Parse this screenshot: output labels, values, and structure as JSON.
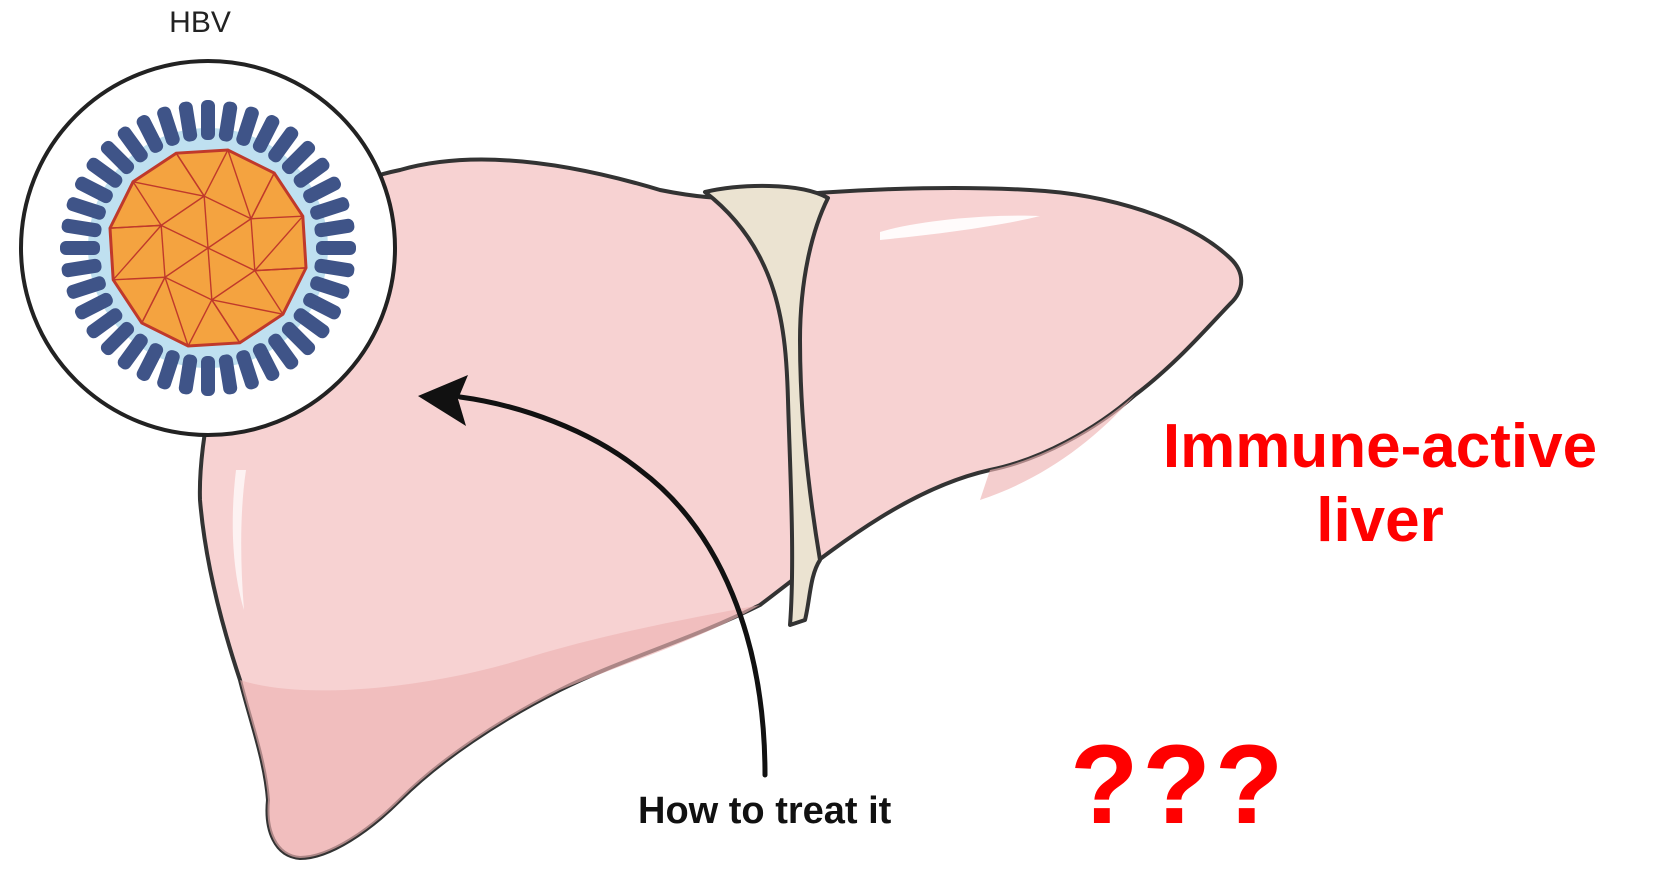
{
  "labels": {
    "virus": "HBV",
    "action": "How to treat it",
    "liver_line1": "Immune-active",
    "liver_line2": "liver",
    "question": "???"
  },
  "colors": {
    "liver_fill": "#f7d2d2",
    "liver_shade": "#eeb4b4",
    "ligament_fill": "#ebe3d1",
    "outline": "#333333",
    "capsid_fill": "#f4a340",
    "capsid_edge": "#c0392b",
    "spike": "#3f5488",
    "envelope": "#bfe0f0",
    "emphasis_text": "#ff0000"
  },
  "icons": [
    "hbv-virion-icon",
    "liver-illustration",
    "curved-arrow-icon"
  ]
}
